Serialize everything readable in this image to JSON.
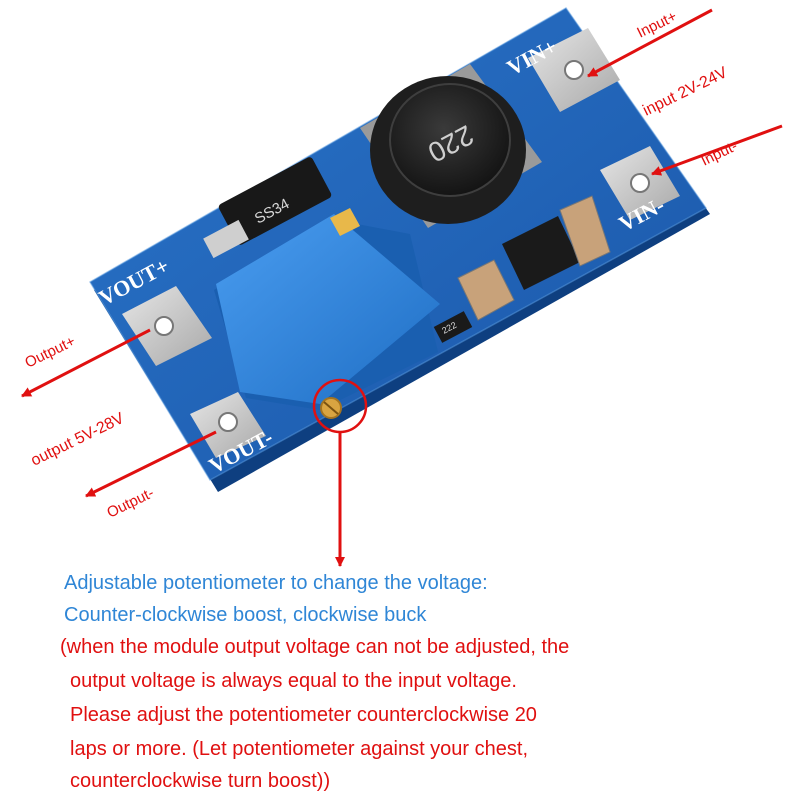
{
  "labels": {
    "input_plus": "Input+",
    "input_range": "input 2V-24V",
    "input_minus": "Input-",
    "output_plus": "Output+",
    "output_range": "output 5V-28V",
    "output_minus": "Output-"
  },
  "board": {
    "vin_plus": "VIN+",
    "vin_minus": "VIN-",
    "vout_plus": "VOUT+",
    "vout_minus": "VOUT-",
    "inductor_marking": "220",
    "diode_marking": "SS34",
    "resistor_marking": "222"
  },
  "caption": {
    "line1": "Adjustable potentiometer to change the voltage:",
    "line2": "Counter-clockwise boost, clockwise buck",
    "note_lines": [
      "(when the module output voltage can not be adjusted, the",
      "output voltage is always equal to the input voltage.",
      "Please adjust the potentiometer counterclockwise 20",
      "laps or more. (Let potentiometer against your chest,",
      "counterclockwise turn boost))"
    ]
  },
  "colors": {
    "annotation_red": "#e01010",
    "caption_blue": "#2f86d6",
    "pcb_blue": "#1f63b8",
    "potentiometer_blue": "#2a7fd8"
  }
}
